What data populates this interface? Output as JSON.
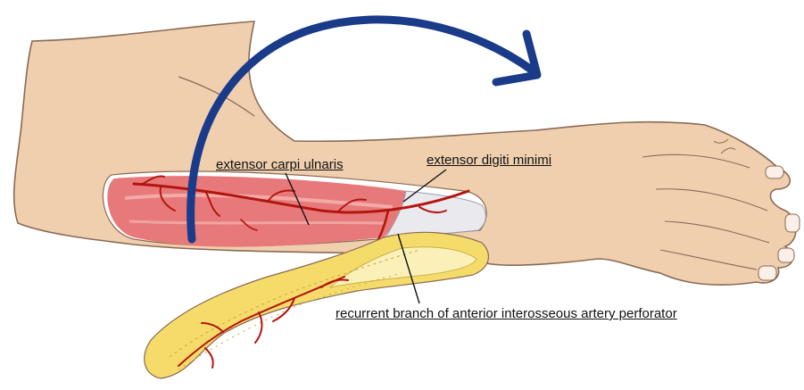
{
  "labels": {
    "extensor_carpi_ulnaris": "extensor carpi ulnaris",
    "extensor_digiti_minimi": "extensor digiti minimi",
    "recurrent_branch": "recurrent branch of anterior interosseous artery perforator"
  },
  "colors": {
    "skin": "#f0cfae",
    "skin_outline": "#8a6a55",
    "muscle": "#e8797a",
    "muscle_light": "#f3b6b2",
    "tendon": "#e9e9ee",
    "vessel": "#b3150f",
    "fat": "#f5dc6a",
    "fat_light": "#fbf1b8",
    "arrow": "#1a3a8a"
  },
  "icons": {
    "rotation_arrow": "curved-arrow-icon"
  }
}
